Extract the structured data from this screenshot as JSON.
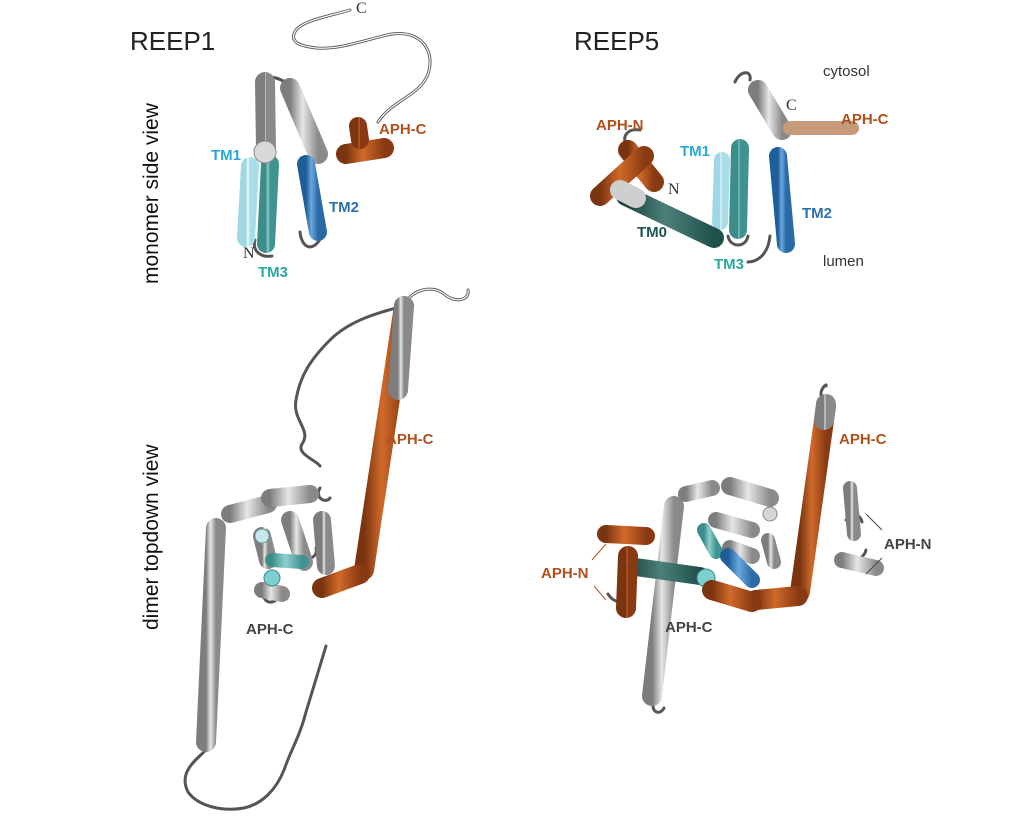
{
  "columns": {
    "left": "REEP1",
    "right": "REEP5"
  },
  "rows": {
    "top": "monomer side view",
    "bottom": "dimer topdown view"
  },
  "reep1_monomer": {
    "c_term": "C",
    "n_term": "N",
    "tm1": "TM1",
    "tm2": "TM2",
    "tm3": "TM3",
    "aph_c": "APH-C"
  },
  "reep5_monomer": {
    "c_term": "C",
    "n_term": "N",
    "tm0": "TM0",
    "tm1": "TM1",
    "tm2": "TM2",
    "tm3": "TM3",
    "aph_n": "APH-N",
    "aph_c": "APH-C",
    "cytosol": "cytosol",
    "lumen": "lumen"
  },
  "reep1_dimer": {
    "aph_c_orange": "APH-C",
    "aph_c_gray": "APH-C"
  },
  "reep5_dimer": {
    "aph_c_orange": "APH-C",
    "aph_c_gray": "APH-C",
    "aph_n_orange": "APH-N",
    "aph_n_gray": "APH-N"
  },
  "colors": {
    "tm0": "#2e5f5a",
    "tm1": "#c9eef5",
    "tm2": "#3d86c6",
    "tm3": "#5fb3b0",
    "aph_orange": "#b5561c",
    "gray_helix": "#a9a9a9",
    "loop": "#555555",
    "label_tm1": "#28a8d8",
    "label_tm2": "#2c6fad",
    "label_tm3": "#2aa8a0",
    "label_tm0": "#1f5550",
    "label_aph_orange": "#b0501a",
    "label_gray": "#444444"
  }
}
